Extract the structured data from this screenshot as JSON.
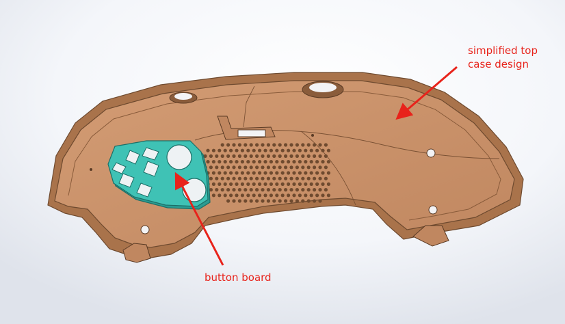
{
  "annotations": {
    "top_case": [
      "simplified top",
      "case design"
    ],
    "button_board": "button board"
  },
  "colors": {
    "case_fill": "#c9926a",
    "case_edge": "#b27a52",
    "case_shadow": "#9c6a45",
    "board_fill": "#3fc2b5",
    "board_shadow": "#2a9c92",
    "arrow": "#e8231b",
    "label": "#e8231b"
  }
}
